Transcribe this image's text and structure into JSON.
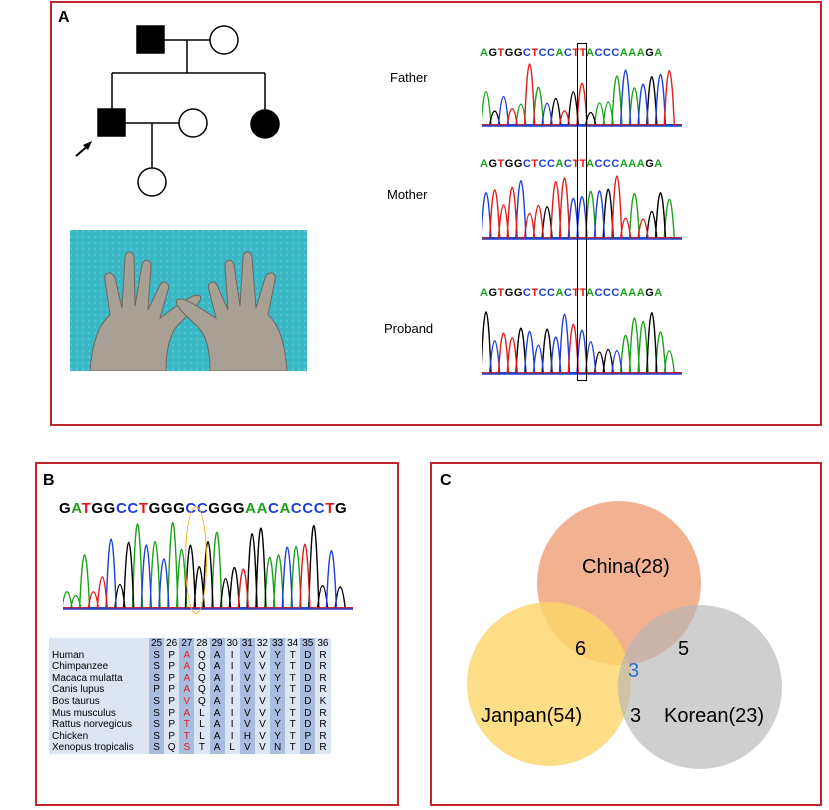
{
  "panel_a": {
    "label": "A",
    "sample_labels": [
      "Father",
      "Mother",
      "Proband"
    ],
    "sequences": [
      "AGTGGCTCCACTTACCCAAAGA",
      "AGTGGCTCCACTTACCCAAAGA",
      "AGTGGCTCCACTTACCCAAAGA"
    ]
  },
  "panel_b": {
    "label": "B",
    "sequence": "GATGGCCTGGGCCGGGAACACCCTG",
    "alignment": {
      "positions": [
        "25",
        "26",
        "27",
        "28",
        "29",
        "30",
        "31",
        "32",
        "33",
        "34",
        "35",
        "36"
      ],
      "rows": [
        {
          "species": "Human",
          "residues": [
            "S",
            "P",
            "A",
            "Q",
            "A",
            "I",
            "V",
            "V",
            "Y",
            "T",
            "D",
            "R"
          ]
        },
        {
          "species": "Chimpanzee",
          "residues": [
            "S",
            "P",
            "A",
            "Q",
            "A",
            "I",
            "V",
            "V",
            "Y",
            "T",
            "D",
            "R"
          ]
        },
        {
          "species": "Macaca mulatta",
          "residues": [
            "S",
            "P",
            "A",
            "Q",
            "A",
            "I",
            "V",
            "V",
            "Y",
            "T",
            "D",
            "R"
          ]
        },
        {
          "species": "Canis lupus",
          "residues": [
            "P",
            "P",
            "A",
            "Q",
            "A",
            "I",
            "V",
            "V",
            "Y",
            "T",
            "D",
            "R"
          ]
        },
        {
          "species": "Bos taurus",
          "residues": [
            "S",
            "P",
            "V",
            "Q",
            "A",
            "I",
            "V",
            "V",
            "Y",
            "T",
            "D",
            "K"
          ]
        },
        {
          "species": "Mus musculus",
          "residues": [
            "S",
            "P",
            "A",
            "L",
            "A",
            "I",
            "V",
            "V",
            "Y",
            "T",
            "D",
            "R"
          ]
        },
        {
          "species": "Rattus norvegicus",
          "residues": [
            "S",
            "P",
            "T",
            "L",
            "A",
            "I",
            "V",
            "V",
            "Y",
            "T",
            "D",
            "R"
          ]
        },
        {
          "species": "Chicken",
          "residues": [
            "S",
            "P",
            "T",
            "L",
            "A",
            "I",
            "H",
            "V",
            "Y",
            "T",
            "P",
            "R"
          ]
        },
        {
          "species": "Xenopus tropicalis",
          "residues": [
            "S",
            "Q",
            "S",
            "T",
            "A",
            "L",
            "V",
            "V",
            "N",
            "T",
            "D",
            "R"
          ]
        }
      ]
    }
  },
  "panel_c": {
    "label": "C",
    "venn": {
      "china": "China(28)",
      "japan": "Janpan(54)",
      "korea": "Korean(23)",
      "china_japan": "6",
      "china_korea": "5",
      "japan_korea": "3",
      "all": "3"
    },
    "colors": {
      "china": "#f0a57f",
      "japan": "#fdd466",
      "korea": "#c2c2c2",
      "center_text": "#2e73c8"
    }
  }
}
